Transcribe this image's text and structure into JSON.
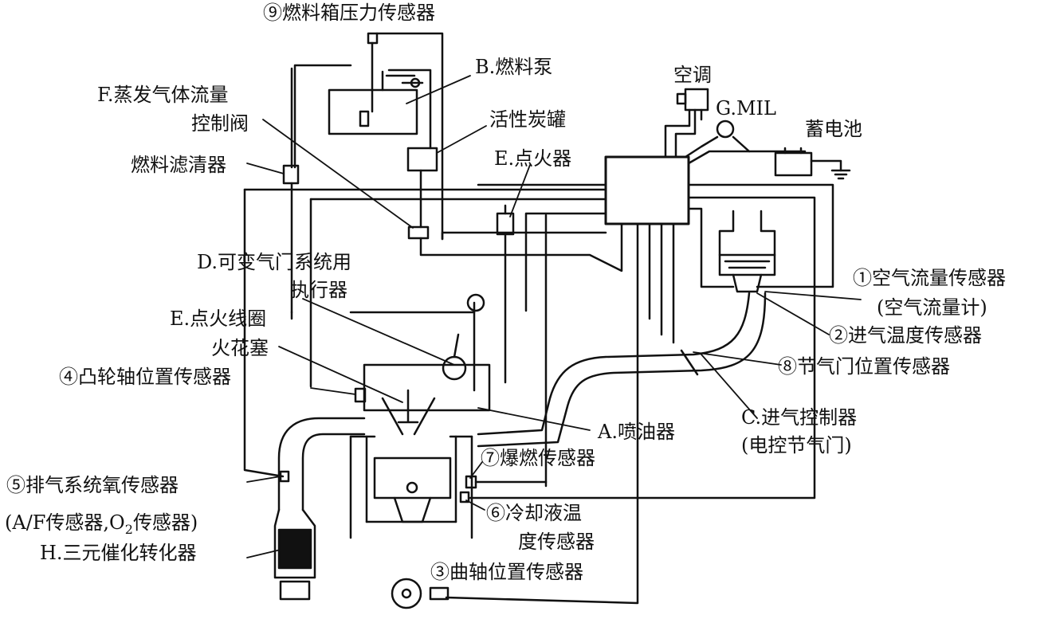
{
  "labels": {
    "fuel_tank_pressure_sensor": "⑨燃料箱压力传感器",
    "fuel_pump": "B.燃料泵",
    "evap_flow_valve_1": "F.蒸发气体流量",
    "evap_flow_valve_2": "控制阀",
    "charcoal_canister": "活性炭罐",
    "air_conditioner": "空调",
    "mil": "G.MIL",
    "battery": "蓄电池",
    "fuel_filter": "燃料滤清器",
    "igniter": "E.点火器",
    "vvt_actuator_1": "D.可变气门系统用",
    "vvt_actuator_2": "执行器",
    "airflow_sensor_1": "①空气流量传感器",
    "airflow_sensor_2": "(空气流量计)",
    "intake_temp_sensor": "②进气温度传感器",
    "ignition_coil": "E.点火线圈",
    "spark_plug": "火花塞",
    "throttle_position_sensor": "⑧节气门位置传感器",
    "camshaft_sensor": "④凸轮轴位置传感器",
    "injector": "A.喷油器",
    "intake_controller_1": "C.进气控制器",
    "intake_controller_2": "(电控节气门)",
    "knock_sensor": "⑦爆燃传感器",
    "oxygen_sensor": "⑤排气系统氧传感器",
    "af_sensor_a": "(A/F传感器,O",
    "af_sensor_sub": "2",
    "af_sensor_b": "传感器)",
    "coolant_sensor_1": "⑥冷却液温",
    "coolant_sensor_2": "度传感器",
    "catalytic_converter": "H.三元催化转化器",
    "crankshaft_sensor": "③曲轴位置传感器"
  }
}
